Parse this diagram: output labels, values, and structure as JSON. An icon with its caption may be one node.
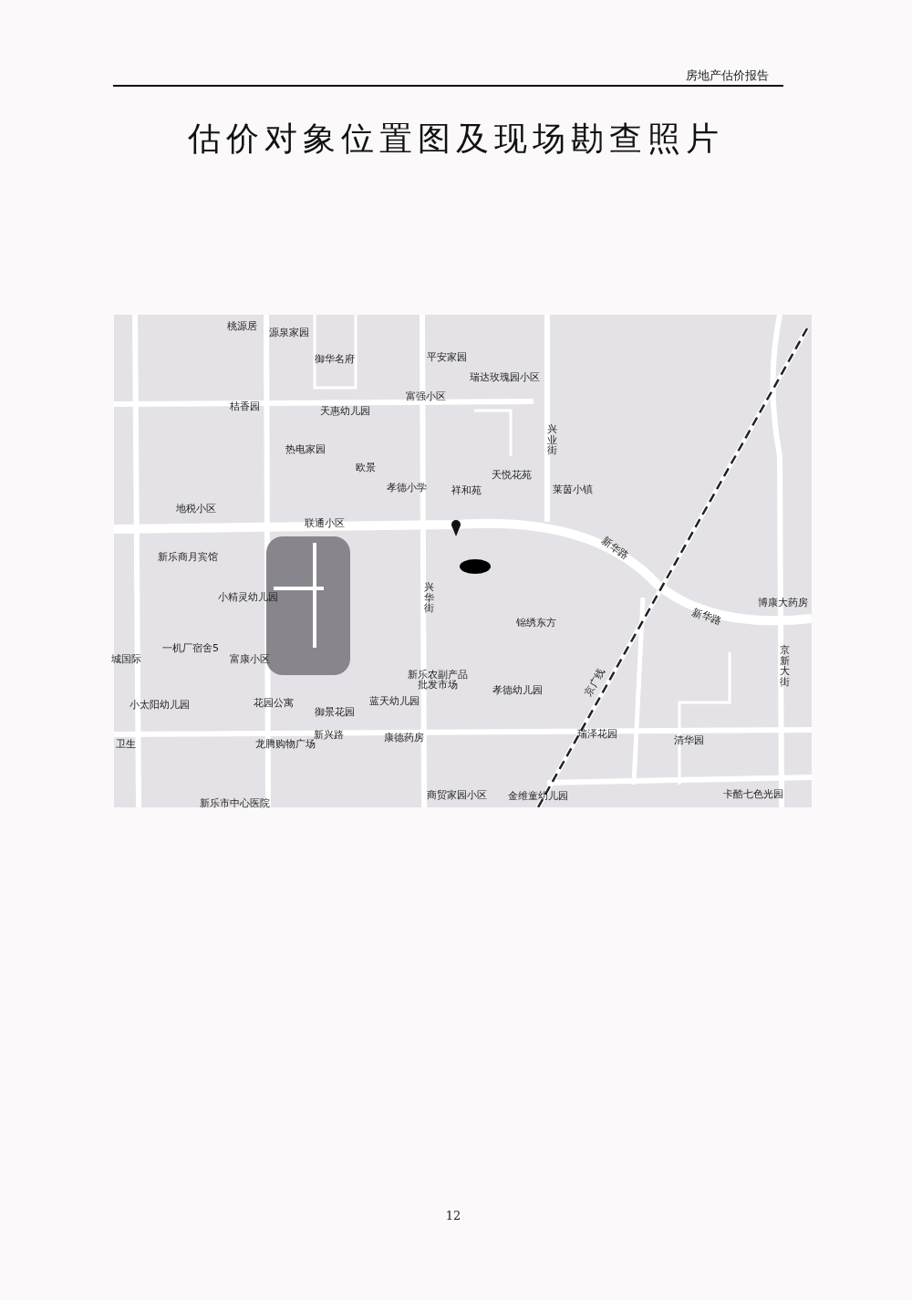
{
  "diagram": {
    "title": "估价对象位置图及现场勘查照片",
    "labels": [
      "房地产估价报告",
      "桃源居",
      "源泉家园",
      "御华名府",
      "平安家园",
      "瑞达玫瑰园小区",
      "富强小区",
      "桔香园",
      "天惠幼儿园",
      "兴业街",
      "热电家园",
      "欧景",
      "天悦花苑",
      "孝德小学",
      "祥和苑",
      "莱茵小镇",
      "地税小区",
      "联通小区",
      "新乐商月宾馆",
      "新华路",
      "小精灵幼儿园",
      "新华路",
      "博康大药房",
      "锦绣东方",
      "兴华街",
      "一机厂宿舍5",
      "城国际",
      "富康小区",
      "京新大街",
      "新乐农副产品批发市场",
      "孝德幼儿园",
      "小太阳幼儿园",
      "花园公寓",
      "蓝天幼儿园",
      "御景花园",
      "京广线",
      "卫生",
      "龙腾购物广场",
      "新兴路",
      "康德药房",
      "瑞泽花园",
      "清华园",
      "商贸家园小区",
      "金维童幼儿园",
      "卡酷七色光园",
      "新乐市中心医院",
      "12"
    ]
  }
}
